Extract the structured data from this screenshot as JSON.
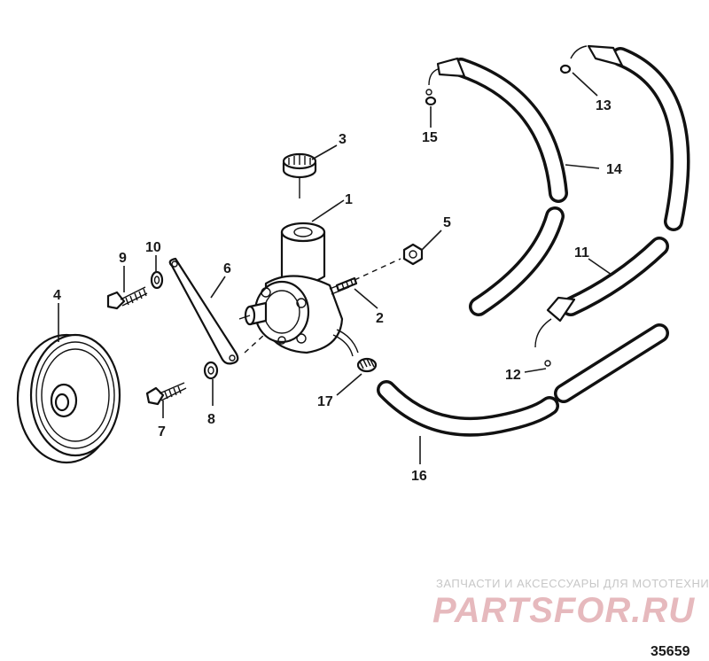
{
  "callouts": [
    {
      "id": "1",
      "label": "1"
    },
    {
      "id": "2",
      "label": "2"
    },
    {
      "id": "3",
      "label": "3"
    },
    {
      "id": "4",
      "label": "4"
    },
    {
      "id": "5",
      "label": "5"
    },
    {
      "id": "6",
      "label": "6"
    },
    {
      "id": "7",
      "label": "7"
    },
    {
      "id": "8",
      "label": "8"
    },
    {
      "id": "9",
      "label": "9"
    },
    {
      "id": "10",
      "label": "10"
    },
    {
      "id": "11",
      "label": "11"
    },
    {
      "id": "12",
      "label": "12"
    },
    {
      "id": "13",
      "label": "13"
    },
    {
      "id": "14",
      "label": "14"
    },
    {
      "id": "15",
      "label": "15"
    },
    {
      "id": "16",
      "label": "16"
    },
    {
      "id": "17",
      "label": "17"
    }
  ],
  "watermark": {
    "tagline": "ЗАПЧАСТИ И АКСЕССУАРЫ ДЛЯ МОТОТЕХНИКИ",
    "brand": "PARTSFOR.RU"
  },
  "figure_number": "35659",
  "colors": {
    "line": "#111111",
    "watermark_brand": "#e6b9bd",
    "watermark_tagline": "#c7c7c7"
  }
}
